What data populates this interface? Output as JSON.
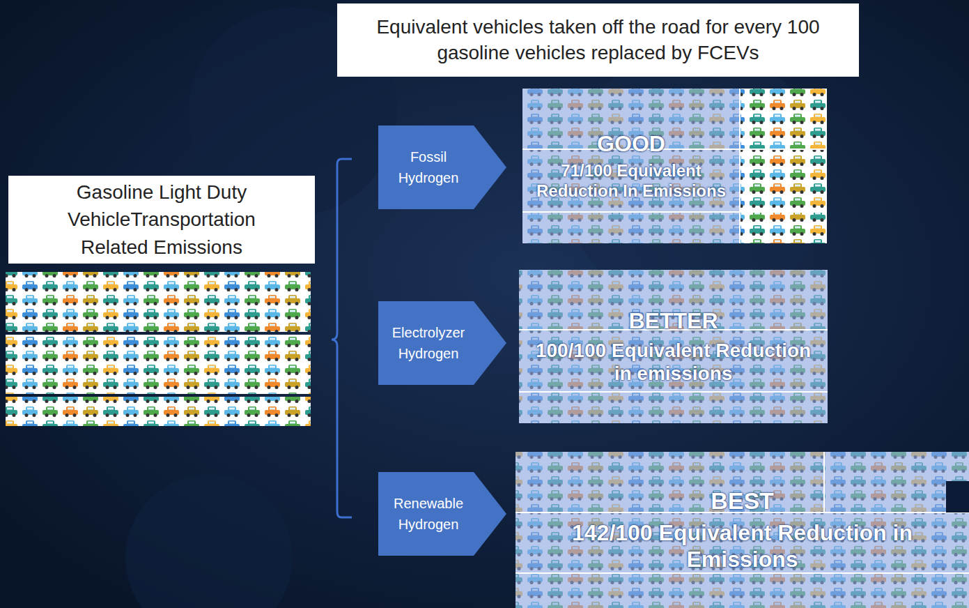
{
  "diagram": {
    "title": "Equivalent vehicles taken off the road for every 100 gasoline vehicles replaced by FCEVs",
    "nodes": [
      {
        "text": [
          "Gasoline Light Duty VehicleTransportation Related Emissions"
        ]
      },
      {
        "text": [
          "Fossil Hydrogen"
        ]
      },
      {
        "text": [
          "Electrolyzer Hydrogen"
        ]
      },
      {
        "text": [
          "Renewable Hydrogen"
        ]
      },
      {
        "text": [
          "GOOD",
          "71/100 Equivalent Reduction In Emissions"
        ]
      },
      {
        "text": [
          "BETTER",
          "100/100 Equivalent Reduction in emissions"
        ]
      },
      {
        "text": [
          "BEST",
          "142/100 Equivalent Reduction in Emissions"
        ]
      }
    ]
  }
}
